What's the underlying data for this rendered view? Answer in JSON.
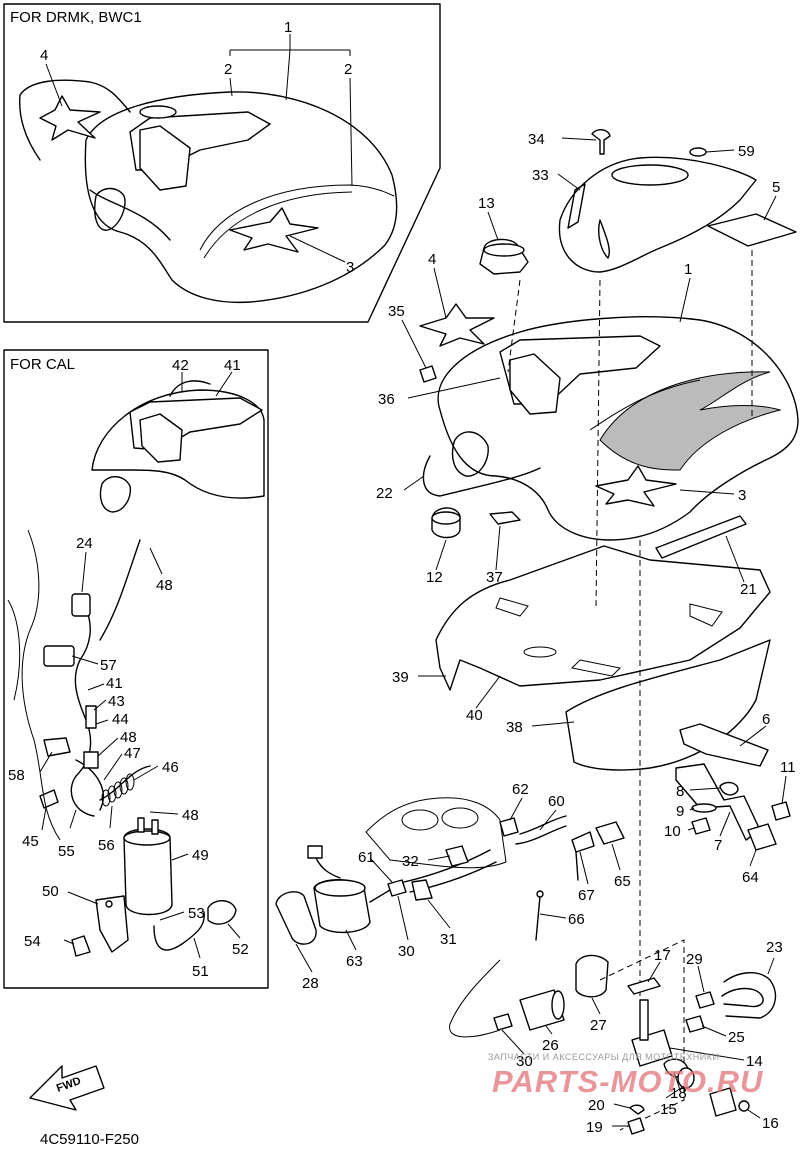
{
  "panels": {
    "drmk": {
      "header": "FOR DRMK, BWC1"
    },
    "cal": {
      "header": "FOR CAL"
    }
  },
  "callouts": {
    "p1": "1",
    "p2a": "2",
    "p2b": "2",
    "p3": "3",
    "p4": "4",
    "m34": "34",
    "m59": "59",
    "m33": "33",
    "m5": "5",
    "m13": "13",
    "m1": "1",
    "m4": "4",
    "m35": "35",
    "m36": "36",
    "m22": "22",
    "m3": "3",
    "m12": "12",
    "m37": "37",
    "m21": "21",
    "m39": "39",
    "m40": "40",
    "m38": "38",
    "m6": "6",
    "m11": "11",
    "m8": "8",
    "m9": "9",
    "m10": "10",
    "m7": "7",
    "m64": "64",
    "m62": "62",
    "m60": "60",
    "m61": "61",
    "m32": "32",
    "m67": "67",
    "m65": "65",
    "m66": "66",
    "m28": "28",
    "m63": "63",
    "m30a": "30",
    "m31": "31",
    "m23": "23",
    "m17": "17",
    "m29": "29",
    "m27": "27",
    "m26": "26",
    "m30b": "30",
    "m25": "25",
    "m14": "14",
    "m18": "18",
    "m15": "15",
    "m20": "20",
    "m16": "16",
    "m19": "19",
    "c42": "42",
    "c41a": "41",
    "c24": "24",
    "c48a": "48",
    "c57": "57",
    "c41b": "41",
    "c43": "43",
    "c44": "44",
    "c48b": "48",
    "c47": "47",
    "c58": "58",
    "c46": "46",
    "c48c": "48",
    "c45": "45",
    "c55": "55",
    "c56": "56",
    "c49": "49",
    "c50": "50",
    "c53": "53",
    "c54": "54",
    "c52": "52",
    "c51": "51"
  },
  "front_arrow": {
    "label": "FWD"
  },
  "diagram_code": "4C59110-F250",
  "watermark": {
    "line": "ЗАПЧАСТИ И АКСЕССУАРЫ ДЛЯ МОТОТЕХНИКИ",
    "logo": "PARTS-MOTO.RU",
    "color": "#e2737a"
  }
}
